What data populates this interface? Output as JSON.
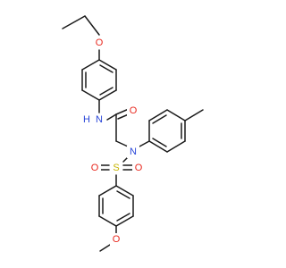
{
  "colors": {
    "carbon": "#1a1a1a",
    "oxygen": "#e8281e",
    "nitrogen": "#2845d8",
    "sulfur": "#c6b400",
    "background": "#ffffff"
  },
  "atoms": [
    {
      "id": "o-ethoxy",
      "label": "O",
      "element": "oxygen"
    },
    {
      "id": "n-amide",
      "label": "N",
      "element": "nitrogen"
    },
    {
      "id": "h-amide",
      "label": "H",
      "element": "nitrogen"
    },
    {
      "id": "o-carbonyl",
      "label": "O",
      "element": "oxygen"
    },
    {
      "id": "n-sulfonamide",
      "label": "N",
      "element": "nitrogen"
    },
    {
      "id": "s-sulfonyl",
      "label": "S",
      "element": "sulfur"
    },
    {
      "id": "o-sulfonyl-left",
      "label": "O",
      "element": "oxygen"
    },
    {
      "id": "o-sulfonyl-right",
      "label": "O",
      "element": "oxygen"
    },
    {
      "id": "o-methoxy",
      "label": "O",
      "element": "oxygen"
    }
  ]
}
